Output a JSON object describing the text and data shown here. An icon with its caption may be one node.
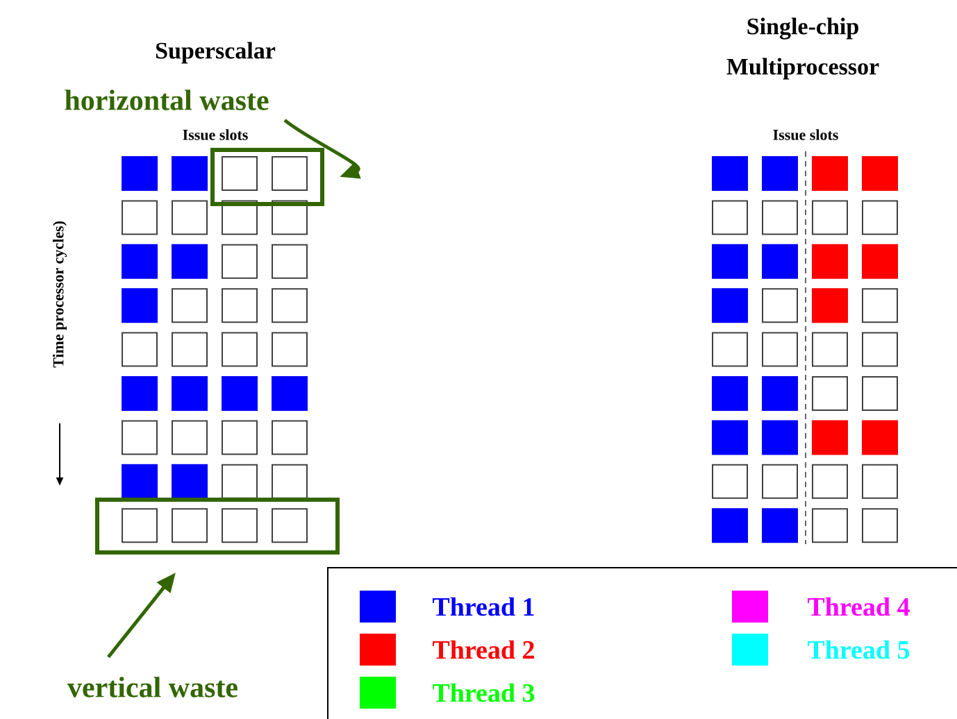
{
  "diagram": {
    "nodes": [
      {
        "text": [
          "horizontal waste"
        ]
      },
      {
        "text": [],
        "shape": "box"
      },
      {
        "text": [],
        "shape": "box"
      },
      {
        "text": [
          "vertical waste"
        ]
      }
    ],
    "edges": [
      {
        "from": 0,
        "to": 1,
        "arrow": "to"
      },
      {
        "from": 3,
        "to": 2,
        "arrow": "to"
      }
    ],
    "labels": [
      "Superscalar",
      "Single-chip Multiprocessor",
      "Issue slots",
      "Issue slots",
      "Time processor cycles)"
    ],
    "legend": [
      {
        "text": "Thread 1",
        "color": "#0000ff"
      },
      {
        "text": "Thread 2",
        "color": "#ff0000"
      },
      {
        "text": "Thread 3",
        "color": "#00ff00"
      },
      {
        "text": "Thread 4",
        "color": "#ff00ff"
      },
      {
        "text": "Thread 5",
        "color": "#00ffff"
      }
    ]
  }
}
